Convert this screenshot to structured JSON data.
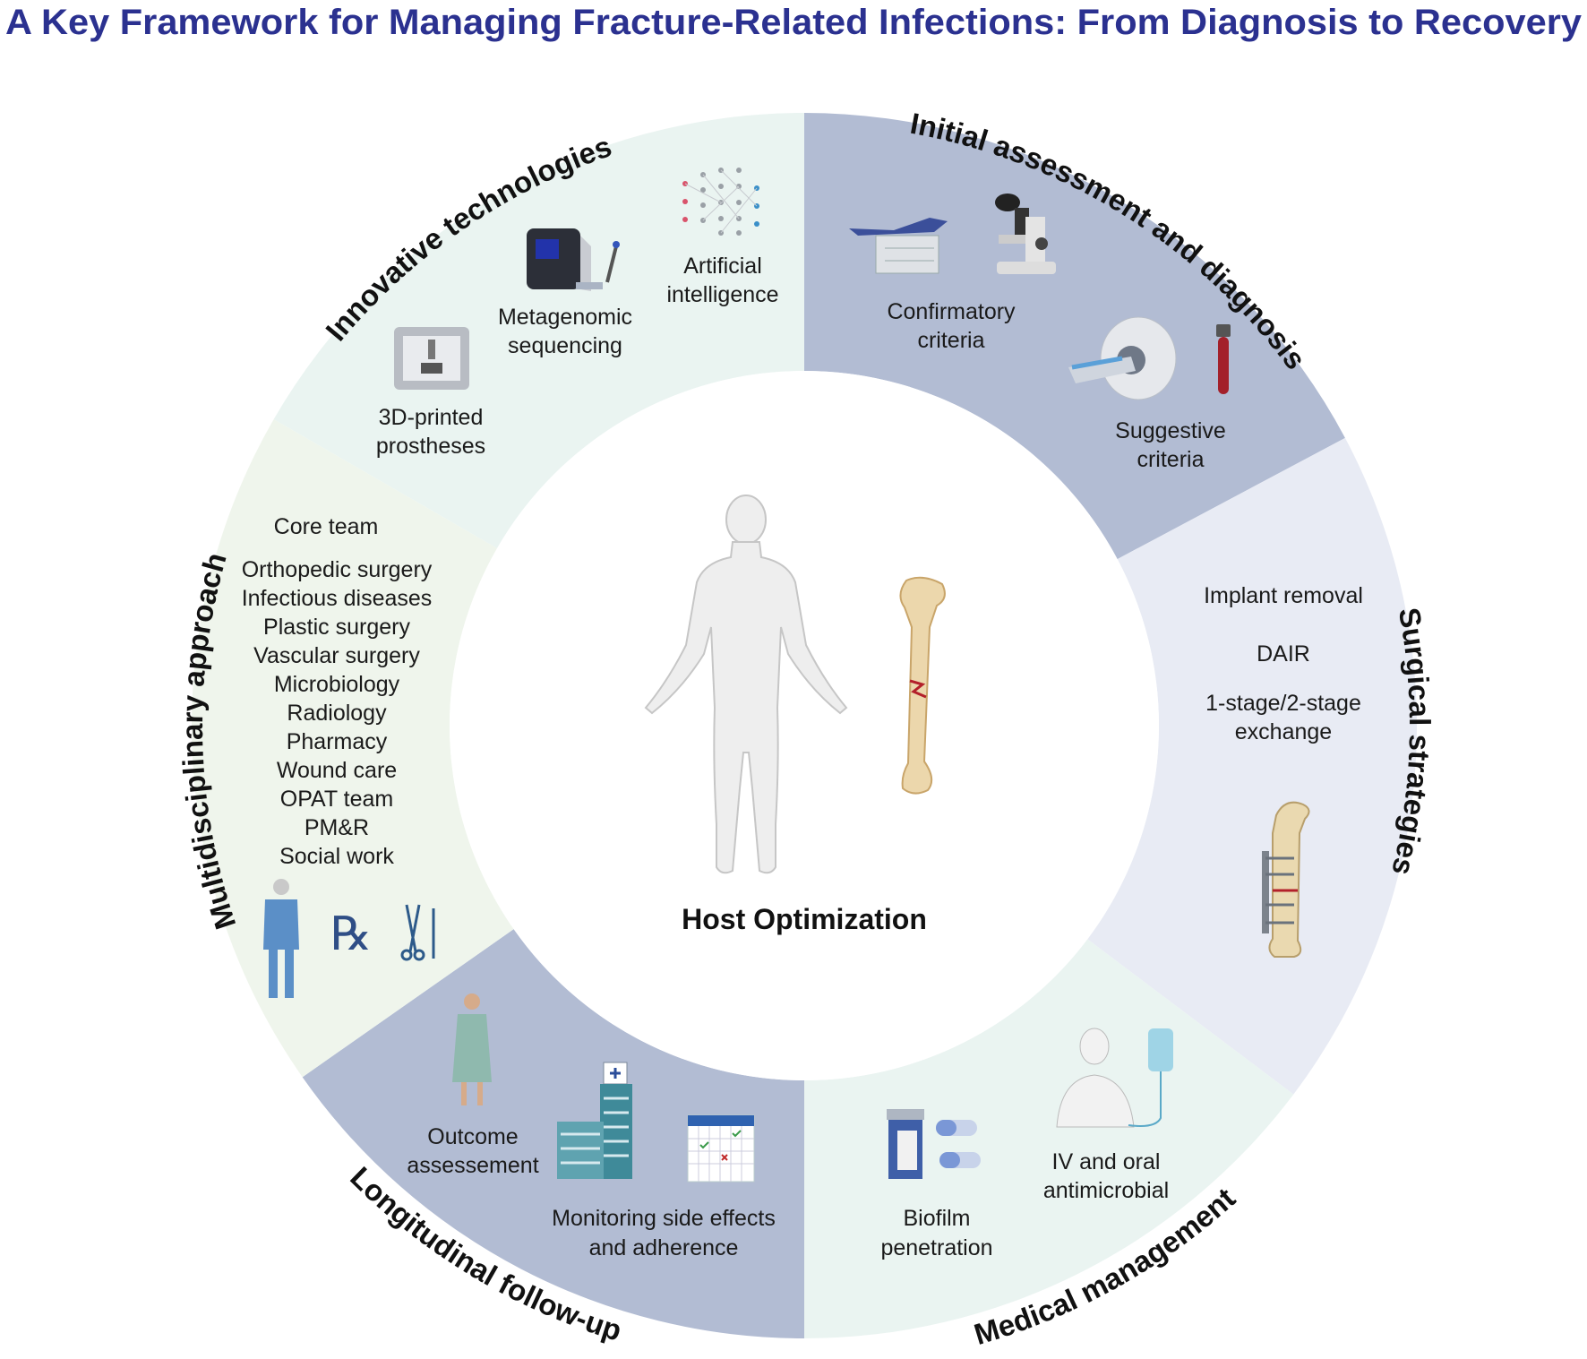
{
  "title": "A Key Framework for Managing Fracture-Related Infections: From Diagnosis to Recovery",
  "center": {
    "label": "Host Optimization",
    "icons": [
      "human-body-icon",
      "fractured-bone-icon"
    ]
  },
  "colors": {
    "title": "#2b3190",
    "dark_segment": "#b2bcd3",
    "light_blue_segment": "#e8ebf4",
    "mint_segment": "#eaf4f1",
    "green_segment": "#eff5ec"
  },
  "sections": {
    "initial": {
      "title": "Initial assessment and diagnosis",
      "items": [
        [
          "Confirmatory",
          "criteria"
        ],
        [
          "Suggestive",
          "criteria"
        ]
      ]
    },
    "surgical": {
      "title": "Surgical strategies",
      "items": [
        "Implant removal",
        "DAIR",
        "1-stage/2-stage",
        "exchange"
      ]
    },
    "medical": {
      "title": "Medical management",
      "items": [
        [
          "Biofilm",
          "penetration"
        ],
        [
          "IV and oral",
          "antimicrobial"
        ]
      ]
    },
    "longitudinal": {
      "title": "Longitudinal follow-up",
      "items": [
        [
          "Outcome",
          "assessement"
        ],
        [
          "Monitoring side effects",
          "and adherence"
        ]
      ]
    },
    "multidisciplinary": {
      "title": "Multidisciplinary approach",
      "heading": "Core team",
      "items": [
        "Orthopedic surgery",
        "Infectious diseases",
        "Plastic surgery",
        "Vascular surgery",
        "Microbiology",
        "Radiology",
        "Pharmacy",
        "Wound care",
        "OPAT team",
        "PM&R",
        "Social work"
      ]
    },
    "innovative": {
      "title": "Innovative technologies",
      "items": [
        [
          "Artificial",
          "intelligence"
        ],
        [
          "Metagenomic",
          "sequencing"
        ],
        [
          "3D-printed",
          "prostheses"
        ]
      ]
    }
  }
}
